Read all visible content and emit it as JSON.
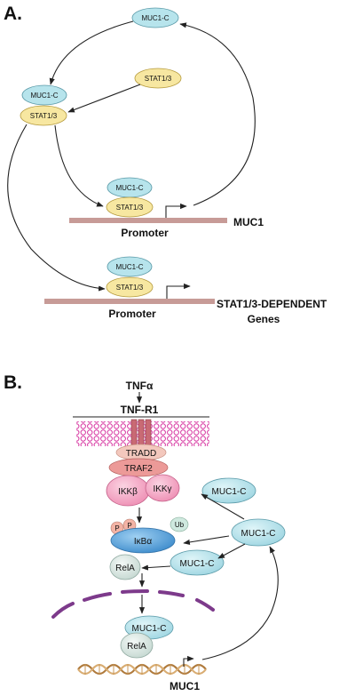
{
  "panel_a": {
    "label": "A.",
    "top_muc1c": "MUC1-C",
    "free_stat": "STAT1/3",
    "complex_muc1c": "MUC1-C",
    "complex_stat": "STAT1/3",
    "promoter1_muc1c": "MUC1-C",
    "promoter1_stat": "STAT1/3",
    "promoter1_label": "Promoter",
    "gene1_label": "MUC1",
    "promoter2_muc1c": "MUC1-C",
    "promoter2_stat": "STAT1/3",
    "promoter2_label": "Promoter",
    "gene2_line1": "STAT1/3-DEPENDENT",
    "gene2_line2": "Genes"
  },
  "panel_b": {
    "label": "B.",
    "tnfa": "TNFα",
    "receptor": "TNF-R1",
    "tradd": "TRADD",
    "traf2": "TRAF2",
    "ikkb": "IKKβ",
    "ikkg": "IKKγ",
    "p1": "P",
    "p2": "P",
    "ub": "Ub",
    "ikba": "IκBα",
    "rela": "RelA",
    "muc1c_ikk": "MUC1-C",
    "muc1c_right": "MUC1-C",
    "muc1c_ikba": "MUC1-C",
    "nuclear_muc1c": "MUC1-C",
    "nuclear_rela": "RelA",
    "gene_label": "MUC1"
  },
  "colors": {
    "muc1c_fill": "#b7e4ec",
    "stat_fill": "#f7e7a1",
    "promoter_bar": "#c79b97",
    "membrane": "#d83aa3",
    "receptor": "#c96a74",
    "tradd_fill": "#f3c8bd",
    "traf2_fill": "#ec9a98",
    "ikk_fill": "#f6a6c3",
    "ikba_fill": "#5da7de",
    "rela_fill": "#dce8e3",
    "nuclear_envelope": "#7d3a8b",
    "dna": "#c99a5b"
  }
}
